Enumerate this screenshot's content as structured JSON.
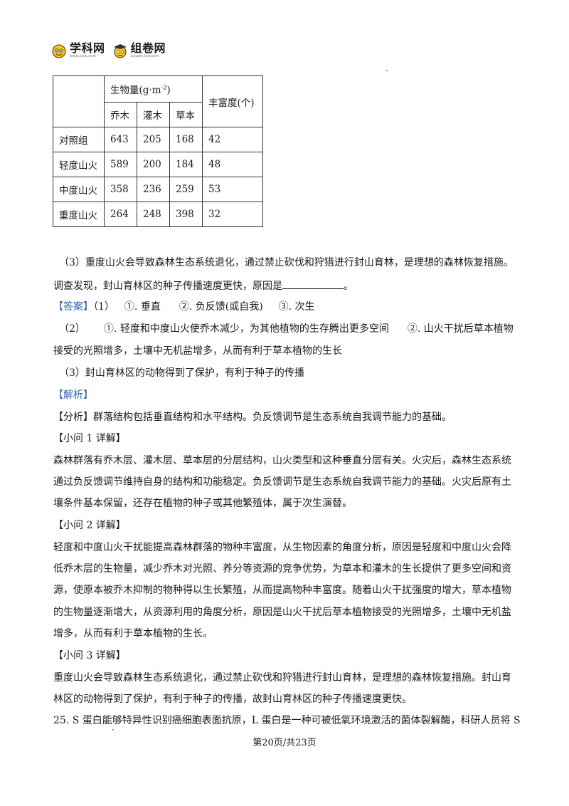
{
  "header": {
    "logo1": {
      "name": "学科网",
      "url": "www.zxxk.com"
    },
    "logo2": {
      "name": "组卷网",
      "url": "zujuan.xkw.com"
    }
  },
  "table": {
    "bio_header": "生物量(g·m",
    "bio_sup": "-2",
    "bio_close": ")",
    "rich_header": "丰富度(个)",
    "sub_headers": [
      "乔木",
      "灌木",
      "草本"
    ],
    "rows": [
      {
        "label": "对照组",
        "values": [
          "643",
          "205",
          "168",
          "42"
        ]
      },
      {
        "label": "轻度山火",
        "values": [
          "589",
          "200",
          "184",
          "48"
        ]
      },
      {
        "label": "中度山火",
        "values": [
          "358",
          "236",
          "259",
          "53"
        ]
      },
      {
        "label": "重度山火",
        "values": [
          "264",
          "248",
          "398",
          "32"
        ]
      }
    ]
  },
  "question": {
    "line1": "（3）重度山火会导致森林生态系统退化，通过禁止砍伐和狩猎进行封山育林，是理想的森林恢复措施。",
    "line2": "调查发现，封山育林区的种子传播速度更快，原因是",
    "line2_end": "。"
  },
  "answer": {
    "tag": "【答案】",
    "a1_num": "（1）",
    "a1_1": "①. 垂直",
    "a1_2": "②. 负反馈(或自我)",
    "a1_3": "③. 次生",
    "a2_num": "（2）",
    "a2_1": "①. 轻度和中度山火使乔木减少，为其他植物的生存腾出更多空间",
    "a2_2": "②. 山火干扰后草本植物",
    "a2_line2": "接受的光照增多，土壤中无机盐增多，从而有利于草本植物的生长",
    "a3": "（3）封山育林区的动物得到了保护，有利于种子的传播"
  },
  "analysis": {
    "tag": "【解析】",
    "fenxi": "【分析】群落结构包括垂直结构和水平结构。负反馈调节是生态系统自我调节能力的基础。",
    "q1_head": "【小问 1 详解】",
    "q1": [
      "森林群落有乔木层、灌木层、草本层的分层结构，山火类型和这种垂直分层有关。火灾后，森林生态系统",
      "通过负反馈调节维持自身的结构和功能稳定。负反馈调节是生态系统自我调节能力的基础。火灾后原有土",
      "壤条件基本保留，还存在植物的种子或其他繁殖体，属于次生演替。"
    ],
    "q2_head": "【小问 2 详解】",
    "q2": [
      "轻度和中度山火干扰能提高森林群落的物种丰富度，从生物因素的角度分析，原因是轻度和中度山火会降",
      "低乔木层的生物量，减少乔木对光照、养分等资源的竞争优势，为草本和灌木的生长提供了更多空间和资",
      "源，使原本被乔木抑制的物种得以生长繁殖，从而提高物种丰富度。随着山火干扰强度的增大，草本植物",
      "的生物量逐渐增大，从资源利用的角度分析，原因是山火干扰后草本植物接受的光照增多，土壤中无机盐",
      "增多，从而有利于草本植物的生长。"
    ],
    "q3_head": "【小问 3 详解】",
    "q3": [
      "重度山火会导致森林生态系统退化，通过禁止砍伐和狩猎进行封山育林，是理想的森林恢复措施。封山育",
      "林区的动物得到了保护，有利于种子的传播，故封山育林区的种子传播速度更快。"
    ]
  },
  "next_question": "25. S 蛋白能够特异性识别癌细胞表面抗原，L 蛋白是一种可被低氧环境激活的菌体裂解酶，科研人员将 S",
  "footer": "第20页/共23页"
}
